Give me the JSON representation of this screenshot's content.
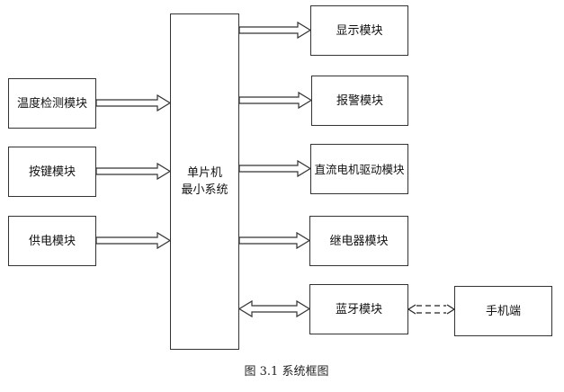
{
  "diagram": {
    "center": {
      "line1": "单片机",
      "line2": "最小系统"
    },
    "inputs": [
      {
        "label": "温度检测模块"
      },
      {
        "label": "按键模块"
      },
      {
        "label": "供电模块"
      }
    ],
    "outputs": [
      {
        "label": "显示模块"
      },
      {
        "label": "报警模块"
      },
      {
        "label": "直流电机驱动模块"
      },
      {
        "label": "继电器模块"
      },
      {
        "label": "蓝牙模块"
      }
    ],
    "remote": {
      "label": "手机端"
    },
    "connections": [
      {
        "from": "温度检测模块",
        "to": "单片机最小系统",
        "style": "hollow-arrow"
      },
      {
        "from": "按键模块",
        "to": "单片机最小系统",
        "style": "hollow-arrow"
      },
      {
        "from": "供电模块",
        "to": "单片机最小系统",
        "style": "hollow-arrow"
      },
      {
        "from": "单片机最小系统",
        "to": "显示模块",
        "style": "hollow-arrow"
      },
      {
        "from": "单片机最小系统",
        "to": "报警模块",
        "style": "hollow-arrow"
      },
      {
        "from": "单片机最小系统",
        "to": "直流电机驱动模块",
        "style": "hollow-arrow"
      },
      {
        "from": "单片机最小系统",
        "to": "继电器模块",
        "style": "hollow-arrow"
      },
      {
        "from": "单片机最小系统",
        "to": "蓝牙模块",
        "style": "bidirectional-hollow-arrow"
      },
      {
        "from": "蓝牙模块",
        "to": "手机端",
        "style": "bidirectional-dashed-arrow"
      }
    ]
  },
  "caption": "图 3.1  系统框图"
}
